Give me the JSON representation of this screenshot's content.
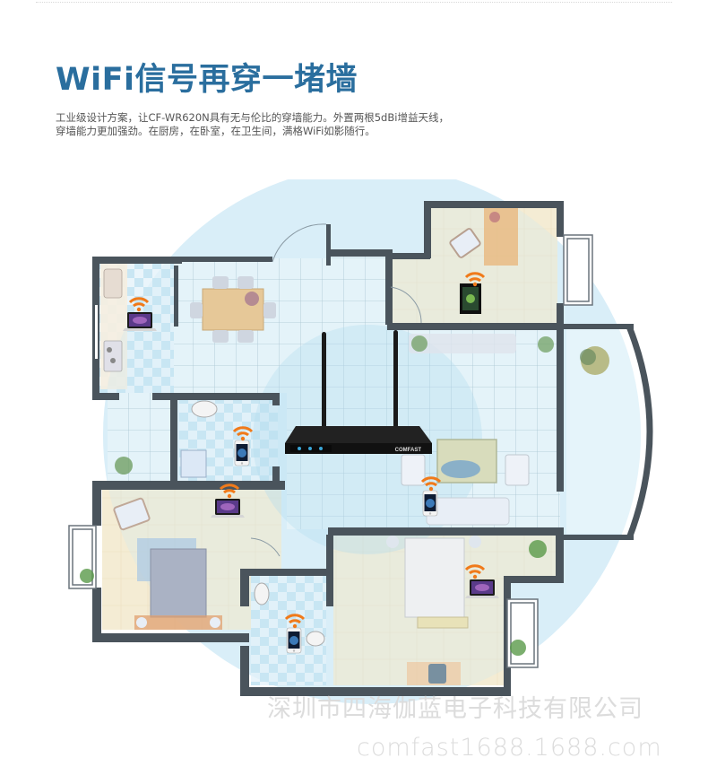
{
  "header": {
    "title": "WiFi信号再穿一堵墙",
    "desc_line1": "工业级设计方案，让CF-WR620N具有无与伦比的穿墙能力。外置两根5dBi增益天线，",
    "desc_line2": "穿墙能力更加强劲。在厨房，在卧室，在卫生间，满格WiFi如影随行。"
  },
  "router": {
    "brand": "COMFAST",
    "model": "CF-WR620N",
    "antennas": 2,
    "antenna_gain": "5dBi"
  },
  "rooms": [
    {
      "name": "kitchen",
      "device": "laptop"
    },
    {
      "name": "dining-room",
      "device": ""
    },
    {
      "name": "study",
      "device": "tablet"
    },
    {
      "name": "living-room",
      "device": "phone"
    },
    {
      "name": "bathroom-1",
      "device": "phone"
    },
    {
      "name": "bedroom-1",
      "device": "laptop"
    },
    {
      "name": "bathroom-2",
      "device": "phone"
    },
    {
      "name": "bedroom-2",
      "device": "laptop"
    },
    {
      "name": "balcony",
      "device": ""
    }
  ],
  "colors": {
    "title": "#2a6e9e",
    "wall": "#4a545c",
    "signal_outer": "#dff1fa",
    "signal_inner": "#c3e4f5",
    "wifi_icon": "#f07a1a",
    "floor_wood": "#f3ead2",
    "tile": "#e8f4fa"
  },
  "watermark": {
    "company": "深圳市四海伽蓝电子科技有限公司",
    "site": "comfast1688.1688.com"
  }
}
